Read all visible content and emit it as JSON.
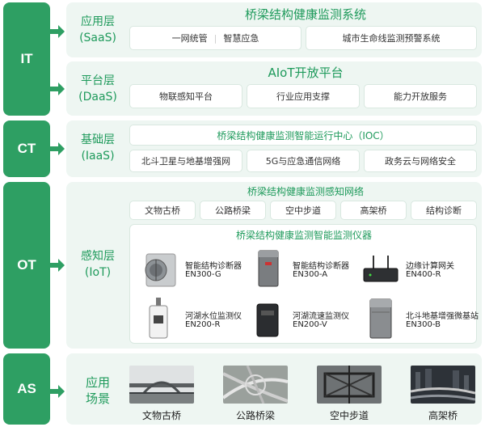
{
  "side_labels": [
    "IT",
    "CT",
    "OT",
    "AS"
  ],
  "app_layer": {
    "name": [
      "应用层",
      "(SaaS)"
    ],
    "title": "桥梁结构健康监测系统",
    "items": [
      "一网统管",
      "智慧应急",
      "城市生命线监测预警系统"
    ]
  },
  "platform_layer": {
    "name": [
      "平台层",
      "(DaaS)"
    ],
    "title": "AIoT开放平台",
    "items": [
      "物联感知平台",
      "行业应用支撑",
      "能力开放服务"
    ]
  },
  "infra_layer": {
    "name": [
      "基础层",
      "(IaaS)"
    ],
    "title": "桥梁结构健康监测智能运行中心（IOC）",
    "items": [
      "北斗卫星与地基增强网",
      "5G与应急通信网络",
      "政务云与网络安全"
    ]
  },
  "sense_layer": {
    "name": [
      "感知层",
      "(IoT)"
    ],
    "title": "桥梁结构健康监测感知网络",
    "items": [
      "文物古桥",
      "公路桥梁",
      "空中步道",
      "高架桥",
      "结构诊断"
    ],
    "inner_title": "桥梁结构健康监测智能监测仪器",
    "devices": [
      {
        "name": "智能结构诊断器",
        "model": "EN300-G",
        "icon": "round-sensor-device"
      },
      {
        "name": "智能结构诊断器",
        "model": "EN300-A",
        "icon": "box-sensor-device"
      },
      {
        "name": "边缘计算网关",
        "model": "EN400-R",
        "icon": "gateway-device"
      },
      {
        "name": "河湖水位监测仪",
        "model": "EN200-R",
        "icon": "water-level-device"
      },
      {
        "name": "河湖流速监测仪",
        "model": "EN200-V",
        "icon": "flow-speed-device"
      },
      {
        "name": "北斗地基增强微基站",
        "model": "EN300-B",
        "icon": "base-station-device"
      }
    ]
  },
  "app_scene": {
    "name": [
      "应用",
      "场景"
    ],
    "scenes": [
      "文物古桥",
      "公路桥梁",
      "空中步道",
      "高架桥"
    ]
  },
  "colors": {
    "green": "#2e9f63",
    "title_green": "#1e9a5b",
    "panel": "#eef6f2"
  }
}
